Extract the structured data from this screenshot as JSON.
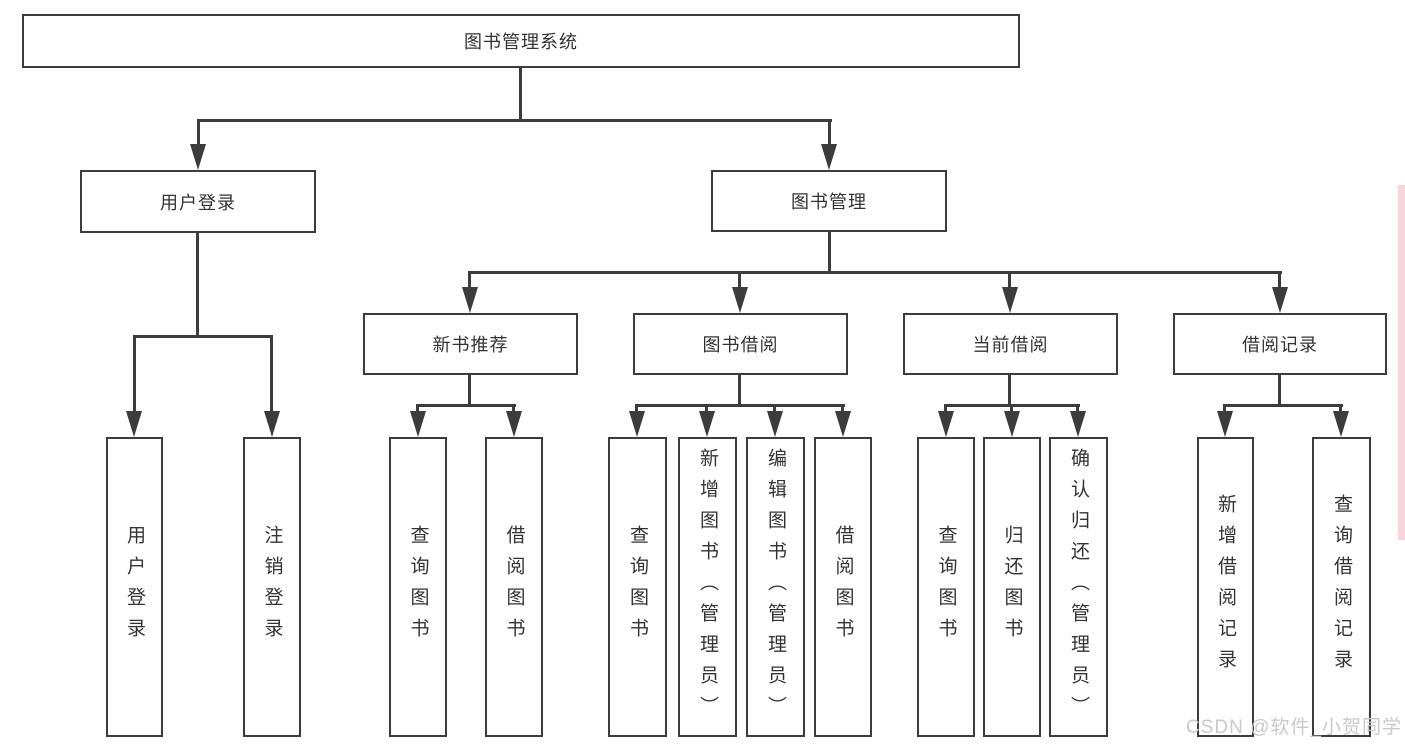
{
  "tree": {
    "root": "图书管理系统",
    "login": {
      "label": "用户登录",
      "children": {
        "user": "用户登录",
        "logout": "注销登录"
      }
    },
    "mgmt": {
      "label": "图书管理",
      "newbook": {
        "label": "新书推荐",
        "children": {
          "query": "查询图书",
          "borrow": "借阅图书"
        }
      },
      "borrow": {
        "label": "图书借阅",
        "children": {
          "query": "查询图书",
          "add": "新增图书（管理员）",
          "edit": "编辑图书（管理员）",
          "borrow": "借阅图书"
        }
      },
      "current": {
        "label": "当前借阅",
        "children": {
          "query": "查询图书",
          "return": "归还图书",
          "confirm": "确认归还（管理员）"
        }
      },
      "records": {
        "label": "借阅记录",
        "children": {
          "add": "新增借阅记录",
          "query": "查询借阅记录"
        }
      }
    }
  },
  "watermark": "CSDN @软件_小贺同学",
  "colors": {
    "line": "#3c3c3c",
    "text": "#333333",
    "watermark": "#c9c9c9",
    "edge-strip": "#f8d5da"
  }
}
